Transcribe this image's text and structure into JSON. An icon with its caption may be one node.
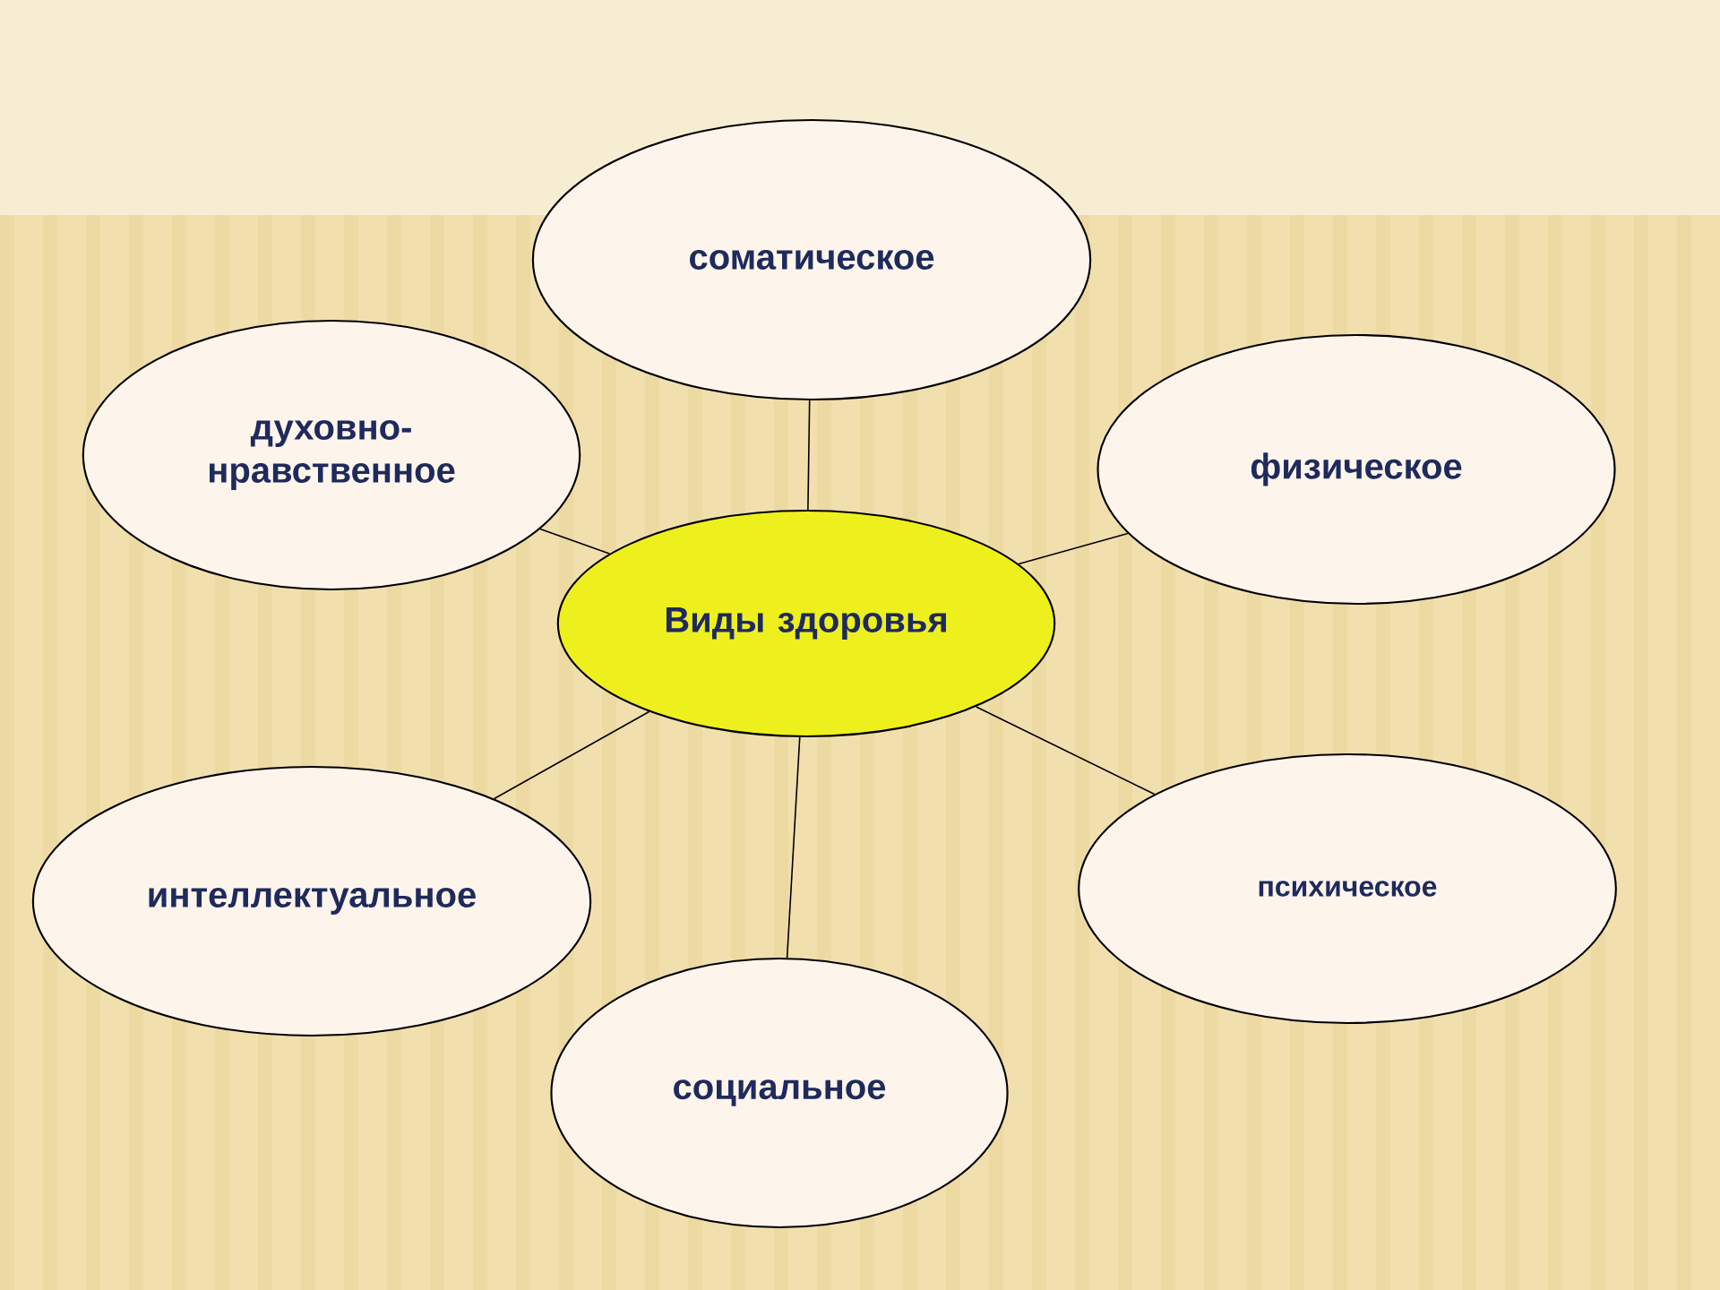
{
  "diagram": {
    "nodes": [
      {
        "text": [
          "Виды здоровья"
        ]
      },
      {
        "text": [
          "соматическое"
        ]
      },
      {
        "text": [
          "физическое"
        ]
      },
      {
        "text": [
          "психическое"
        ]
      },
      {
        "text": [
          "социальное"
        ]
      },
      {
        "text": [
          "интеллектуальное"
        ]
      },
      {
        "text": [
          "духовно-нравственное"
        ]
      }
    ],
    "edges": [
      {
        "from": 0,
        "to": 1,
        "arrow": "none"
      },
      {
        "from": 0,
        "to": 2,
        "arrow": "none"
      },
      {
        "from": 0,
        "to": 3,
        "arrow": "none"
      },
      {
        "from": 0,
        "to": 4,
        "arrow": "none"
      },
      {
        "from": 0,
        "to": 5,
        "arrow": "none"
      },
      {
        "from": 0,
        "to": 6,
        "arrow": "none"
      }
    ]
  }
}
